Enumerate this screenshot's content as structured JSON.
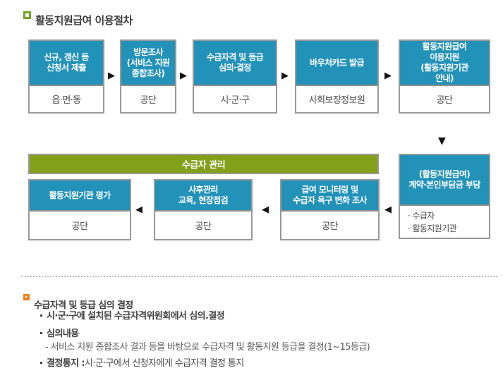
{
  "title": "활동지원급여 이용절차",
  "flow": {
    "top_row": [
      {
        "header": "신규, 갱신 등\n신청서 제출",
        "body": "읍·면·동"
      },
      {
        "header": "방문조사\n(서비스 지원\n종합조사)",
        "body": "공단"
      },
      {
        "header": "수급자격 및 등급\n심의·결정",
        "body": "시·군·구"
      },
      {
        "header": "바우처카드 발급",
        "body": "사회보장정보원"
      },
      {
        "header": "활동지원급여\n이용지원\n(활동지원기관\n안내)",
        "body": "공단"
      }
    ],
    "management_bar_label": "수급자 관리",
    "bottom_row": [
      {
        "header": "활동지원기관 평가",
        "body": "공단"
      },
      {
        "header": "사후관리\n교육, 현장점검",
        "body": "공단"
      },
      {
        "header": "급여 모니터링 및\n수급자 욕구 변화 조사",
        "body": "공단"
      }
    ],
    "contract_box": {
      "header": "(활동지원급여)\n계약·본인부담금 부담",
      "body": "· 수급자\n· 활동지원기관"
    }
  },
  "icons": {
    "arrow_right": "▶",
    "arrow_left": "◀",
    "arrow_down": "▼"
  },
  "details": {
    "heading": "수급자격 및 등급 심의 결정",
    "item1": "시·군·구에 설치된 수급자격위원회에서 심의.결정",
    "item2": "심의내용",
    "item2_sub": "- 서비스 지원 종합조사 결과 등을 바탕으로 수급자격 및 활동지원 등급을 결정(1~15등급)",
    "item3_label": "결정통지 :",
    "item3_text": "시·군·구에서 신청자에게 수급자격 결정 통지"
  },
  "colors": {
    "header_blue": "#2392B9",
    "bar_green": "#82A019",
    "bullet_green": "#74A32A",
    "bullet_orange": "#EE7F21",
    "box_border": "#999999"
  }
}
